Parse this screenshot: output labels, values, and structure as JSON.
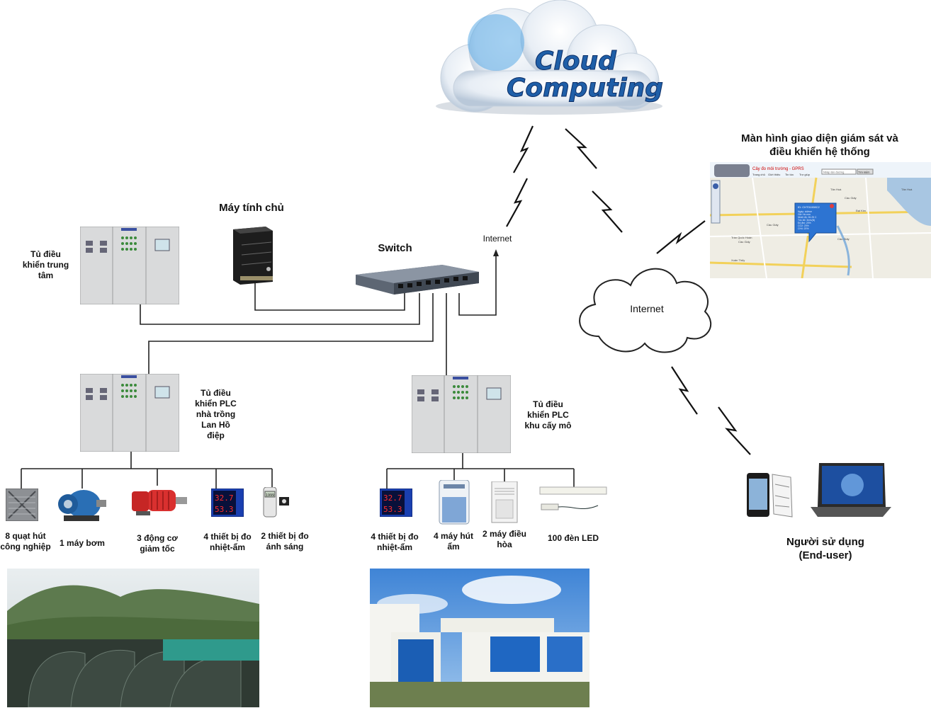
{
  "cloud": {
    "line1": "Cloud",
    "line2": "Computing"
  },
  "internet_small": "Internet",
  "internet_cloud": "Internet",
  "switch_label": "Switch",
  "server_label": "Máy tính chủ",
  "central_cabinet_label": "Tủ điều\nkhiển trung\ntâm",
  "plc_orchid_label": "Tủ điều\nkhiển PLC\nnhà trồng\nLan Hồ\nđiệp",
  "plc_tissue_label": "Tủ điều\nkhiển PLC\nkhu cấy mô",
  "monitor_title": "Màn hình giao diện giám sát và\nđiều khiển hệ thống",
  "monitor_screen": {
    "header": "Cây đo môi trường - GPRS",
    "nav": [
      "Trang chủ",
      "Giới thiệu",
      "Tin tức",
      "Trợ giúp"
    ],
    "search_placeholder": "Nhập tên đường",
    "search_button": "Tìm kiếm",
    "popup_title": "ID: CHT01008C2",
    "popup_lines": [
      "Ngày: dd/mm",
      "Giờ: hh:mm",
      "Nhiệt độ: 26.25 C",
      "Tốc độ: 3m/s(N)",
      "Độ ẩm: 20%",
      "CO2: 20%",
      "CH4: 20%"
    ],
    "map_labels": [
      "Tân Hoà",
      "Cầu Giấy",
      "Cầu Giấy",
      "Trần Quốc Hoàn",
      "Cầu Giấy",
      "Xuân Thủy",
      "Cầu Giấy",
      "Tân Hoà",
      "Đại Kim"
    ]
  },
  "end_user_label": "Người sử dụng\n(End-user)",
  "orchid_devices": [
    {
      "name": "8 quạt hút\ncông nghiệp"
    },
    {
      "name": "1 máy bơm"
    },
    {
      "name": "3 động cơ\ngiảm tốc"
    },
    {
      "name": "4 thiết bị đo\nnhiệt-ẩm",
      "display": [
        "32.7",
        "53.3"
      ]
    },
    {
      "name": "2 thiết bị đo\nánh sáng",
      "display": [
        "1999"
      ]
    }
  ],
  "tissue_devices": [
    {
      "name": "4 thiết bị đo\nnhiệt-ẩm",
      "display": [
        "32.7",
        "53.3"
      ]
    },
    {
      "name": "4 máy hút\nẩm"
    },
    {
      "name": "2 máy điều\nhòa"
    },
    {
      "name": "100 đèn LED"
    }
  ],
  "colors": {
    "wire": "#222222",
    "cabinet": "#d9dadb",
    "cloud_blue": "#1f5fa8",
    "display_red": "#ff2b2b",
    "display_bg": "#1a3fb0"
  }
}
